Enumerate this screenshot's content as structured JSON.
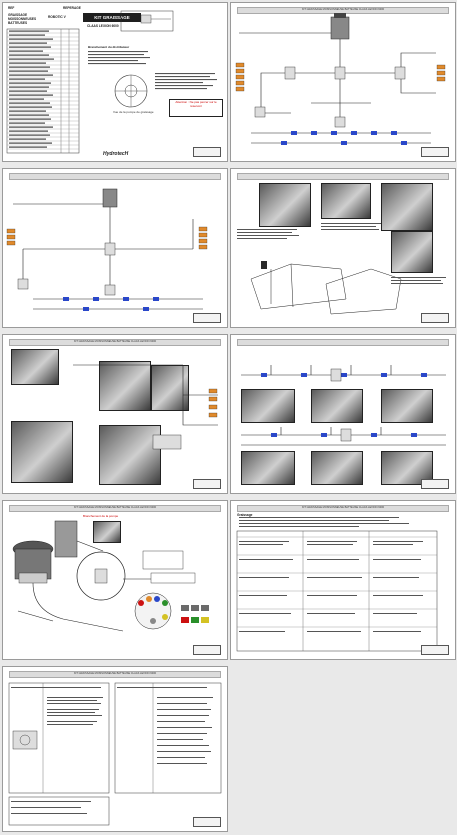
{
  "page1": {
    "ref_label": "REF",
    "ref_value": "REPERAGE",
    "rows": [
      "GRAISSAGE",
      "MOISSONNEUSES",
      "BATTEUSES"
    ],
    "model": "ROBOTIC V",
    "kit_title": "KIT GRAISSAGE",
    "class_label": "CLAAS LEXION 6000",
    "section_title": "Branchement du distributeur",
    "hydrotech": "HydrotecH",
    "note_red": "Attention : Ne pas percer sur le réservoir",
    "pump_label": "Vue de la pompe de graissage"
  },
  "page2": {
    "header": "KIT GRAISSAGE MOISSONNEUSE BATTEUSE CLAAS LEXION 6000"
  },
  "page5": {
    "header": "KIT GRAISSAGE MOISSONNEUSE BATTEUSE CLAAS LEXION 6000"
  },
  "page7": {
    "header": "KIT GRAISSAGE MOISSONNEUSE BATTEUSE CLAAS LEXION 6000",
    "label1": "Branchement de la pompe"
  },
  "page8": {
    "header": "KIT GRAISSAGE MOISSONNEUSE BATTEUSE CLAAS LEXION 6000",
    "title": "Graissage"
  },
  "page9": {
    "header": "KIT GRAISSAGE MOISSONNEUSE BATTEUSE CLAAS LEXION 6000"
  },
  "colors": {
    "orange": "#e08a2c",
    "blue": "#2a47c9",
    "red": "#cc1111"
  }
}
